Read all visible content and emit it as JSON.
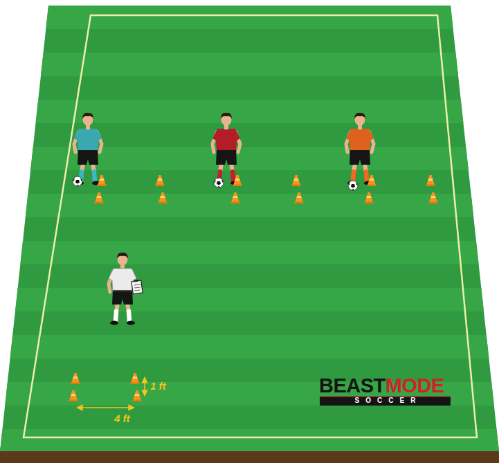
{
  "diagram": {
    "labels": [
      "1 ft",
      "4 ft",
      "BEAST",
      "MODE",
      "SOCCER"
    ]
  }
}
